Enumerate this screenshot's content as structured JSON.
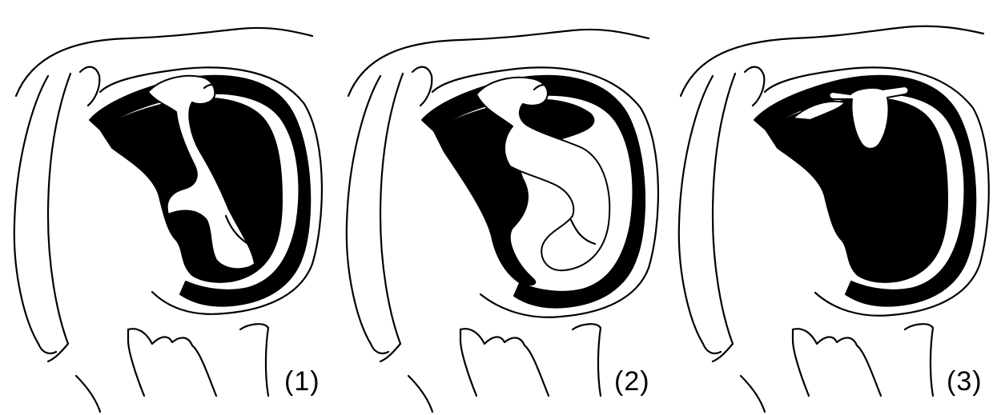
{
  "panels": [
    {
      "label": "(1)"
    },
    {
      "label": "(2)"
    },
    {
      "label": "(3)"
    }
  ],
  "colors": {
    "ink": "#000000",
    "paper": "#ffffff"
  }
}
